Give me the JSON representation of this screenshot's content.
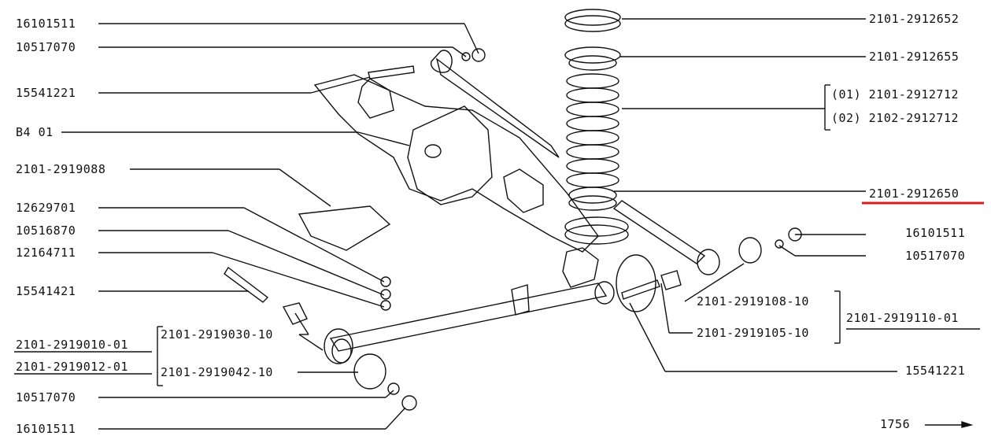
{
  "colors": {
    "line": "#111111",
    "highlight": "#d42020",
    "background": "#ffffff"
  },
  "left_labels": [
    "16101511",
    "10517070",
    "15541221",
    "B4 01",
    "2101-2919088",
    "12629701",
    "10516870",
    "12164711",
    "15541421",
    "2101-2919010-01",
    "2101-2919012-01",
    "10517070",
    "16101511"
  ],
  "left_group_labels": [
    "2101-2919030-10",
    "2101-2919042-10"
  ],
  "right_labels": [
    "2101-2912652",
    "2101-2912655",
    "(01) 2101-2912712",
    "(02) 2102-2912712",
    "2101-2912650",
    "16101511",
    "10517070",
    "2101-2919110-01",
    "15541221"
  ],
  "center_labels": [
    "2101-2919108-10",
    "2101-2919105-10"
  ],
  "figure_number": "1756"
}
